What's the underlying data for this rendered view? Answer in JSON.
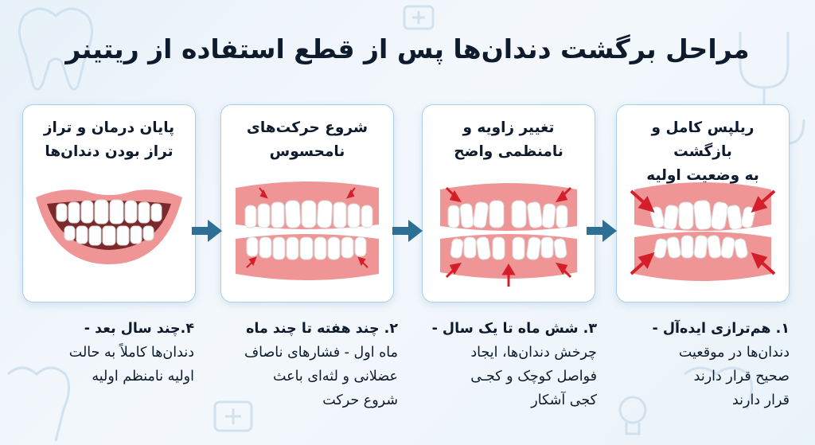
{
  "title": "مراحل برگشت دندان‌ها پس از قطع استفاده از ریتینر",
  "colors": {
    "arrow": "#2d6f95",
    "gum": "#ef9595",
    "force": "#d41f2a",
    "card_border": "#a9cfe6"
  },
  "stages": [
    {
      "card_title": [
        "ریلپس کامل و بازگشت",
        "به وضعیت اولیه"
      ],
      "step_title": "۱. هم‌ترازی ایده‌آل -",
      "description": [
        "دندان‌ها در موقعیت",
        "صحیح قرار دارند",
        "قرار دارند"
      ]
    },
    {
      "card_title": [
        "تغییر زاویه و",
        "نامنظمی واضح"
      ],
      "step_title": "۳. شش ماه تا یک سال -",
      "description": [
        "چرخش دندان‌ها، ایجاد",
        "فواصل کوچک و کجـی",
        "کجی آشکار"
      ]
    },
    {
      "card_title": [
        "شروع حرکت‌های",
        "نامحسوس"
      ],
      "step_title": "۲. چند هفته تا چند ماه",
      "description": [
        "ماه اول - فشارهای ناصاف",
        "عضلانی و لثه‌ای باعث",
        "شروع حرکت"
      ]
    },
    {
      "card_title": [
        "پایان درمان و تراز",
        "تراز بودن دندان‌ها"
      ],
      "step_title": "۴.چند سال بعد -",
      "description": [
        "دندان‌ها کاملاً به حالت",
        "اولیه نامنظم اولیه"
      ]
    }
  ]
}
